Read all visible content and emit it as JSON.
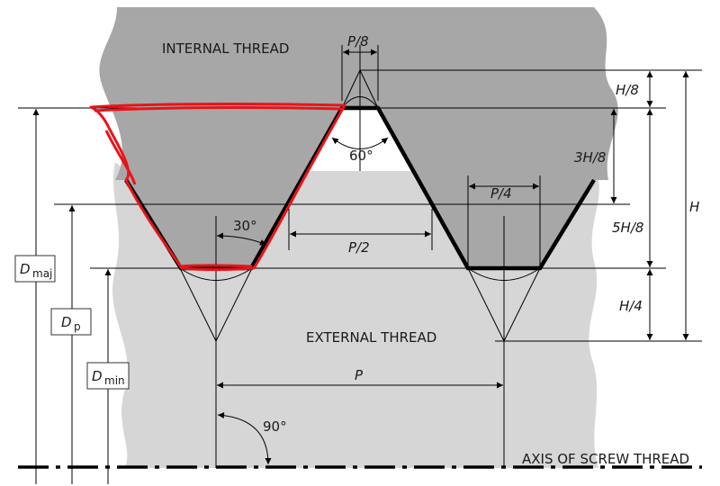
{
  "labels": {
    "internal_thread": "INTERNAL THREAD",
    "external_thread": "EXTERNAL THREAD",
    "axis": "AXIS OF SCREW THREAD",
    "p_over_8": "P/8",
    "p_over_4": "P/4",
    "p_over_2": "P/2",
    "p": "P",
    "h_over_8": "H/8",
    "three_h_over_8": "3H/8",
    "five_h_over_8": "5H/8",
    "h_over_4": "H/4",
    "h": "H",
    "angle_60": "60°",
    "angle_30": "30°",
    "angle_90": "90°",
    "d_maj_base": "D",
    "d_maj_sub": "maj",
    "d_p_base": "D",
    "d_p_sub": "p",
    "d_min_base": "D",
    "d_min_sub": "min"
  },
  "colors": {
    "internal_fill": "#a7a7a7",
    "external_fill": "#d6d6d6",
    "markup": "#e8141a"
  }
}
